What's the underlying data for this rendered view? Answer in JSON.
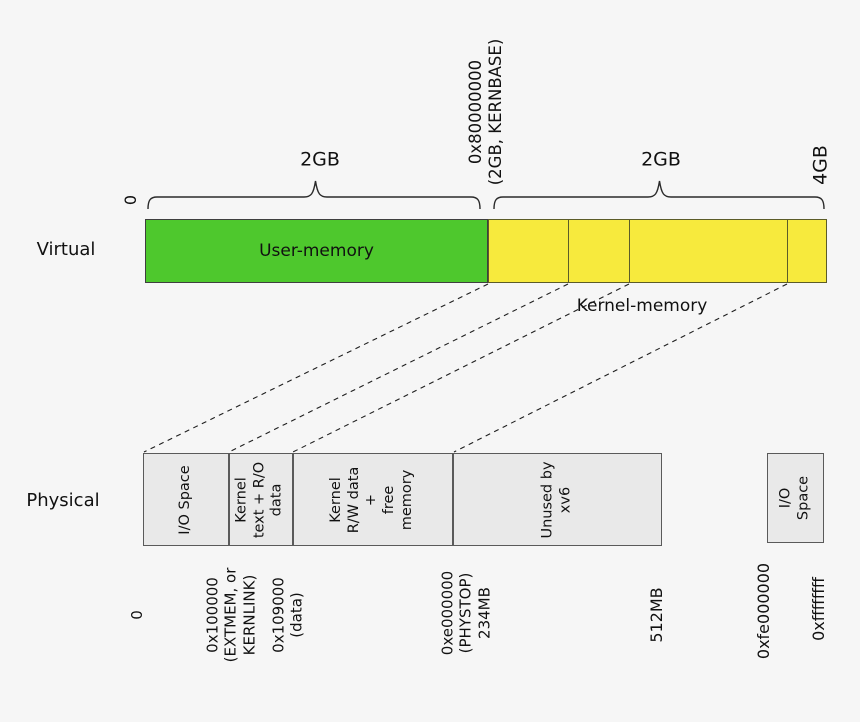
{
  "colors": {
    "background": "#f6f6f6",
    "user_memory": "#4ec82d",
    "kernel_memory": "#f7ea3d",
    "physical_box": "#e9e9e9",
    "line": "#2a2a2a"
  },
  "virtual_row": {
    "label": "Virtual",
    "start_tick": "0",
    "user_brace_label": "2GB",
    "kernbase_tick": "0x80000000\n(2GB, KERNBASE)",
    "kernel_brace_label": "2GB",
    "end_tick": "4GB",
    "user_segment": "User-memory",
    "kernel_caption": "Kernel-memory"
  },
  "physical_row": {
    "label": "Physical",
    "segments": [
      "I/O Space",
      "Kernel\ntext + R/O\ndata",
      "Kernel\nR/W data\n+\nfree\nmemory",
      "Unused by\nxv6"
    ],
    "high_segment": "I/O Space",
    "ticks": [
      "0",
      "0x100000\n(EXTMEM, or\nKERNLINK)",
      "0x109000\n(data)",
      "0xe000000\n(PHYSTOP)\n234MB",
      "512MB",
      "0xfe000000",
      "0xffffffff"
    ]
  }
}
